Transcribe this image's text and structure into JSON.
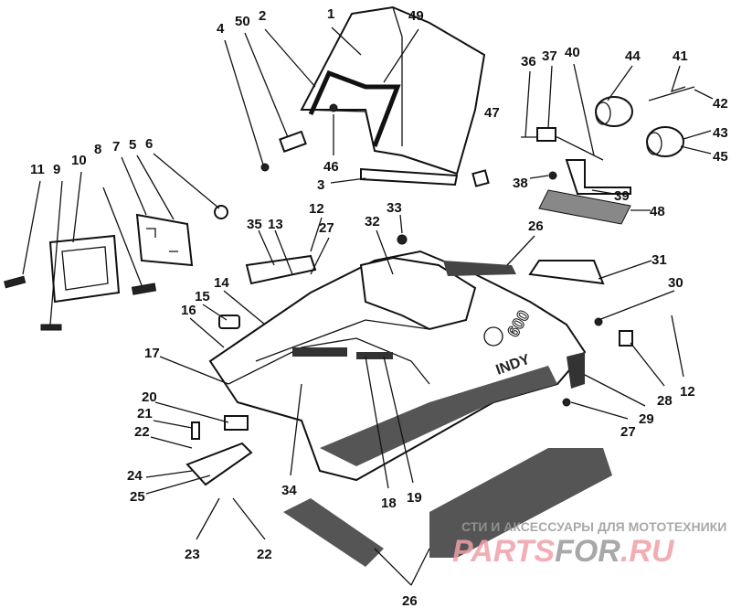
{
  "diagram": {
    "title": "Hood, windshield and headlight assembly",
    "callouts": {
      "c1": "1",
      "c2": "2",
      "c3": "3",
      "c4": "4",
      "c5": "5",
      "c6": "6",
      "c7": "7",
      "c8": "8",
      "c9": "9",
      "c10": "10",
      "c11": "11",
      "c12a": "12",
      "c12b": "12",
      "c13": "13",
      "c14": "14",
      "c15": "15",
      "c16": "16",
      "c17": "17",
      "c18": "18",
      "c19": "19",
      "c20": "20",
      "c21": "21",
      "c22a": "22",
      "c22b": "22",
      "c23": "23",
      "c24": "24",
      "c25": "25",
      "c26a": "26",
      "c26b": "26",
      "c27a": "27",
      "c27b": "27",
      "c28": "28",
      "c29": "29",
      "c30": "30",
      "c31": "31",
      "c32": "32",
      "c33": "33",
      "c34": "34",
      "c35": "35",
      "c36": "36",
      "c37": "37",
      "c38": "38",
      "c39": "39",
      "c40": "40",
      "c41": "41",
      "c42": "42",
      "c43": "43",
      "c44": "44",
      "c45": "45",
      "c46": "46",
      "c47": "47",
      "c48": "48",
      "c49": "49",
      "c50": "50"
    },
    "hood_decal": "INDY",
    "hood_number": "600"
  },
  "watermark": {
    "tagline": "СТИ И АКСЕССУАРЫ ДЛЯ МОТОТЕХНИКИ",
    "brand_part1": "PARTS",
    "brand_part2": "FOR",
    "brand_part3": ".RU",
    "colors": {
      "pink": "#f0a0a8",
      "gray": "#9a9a9a"
    }
  }
}
